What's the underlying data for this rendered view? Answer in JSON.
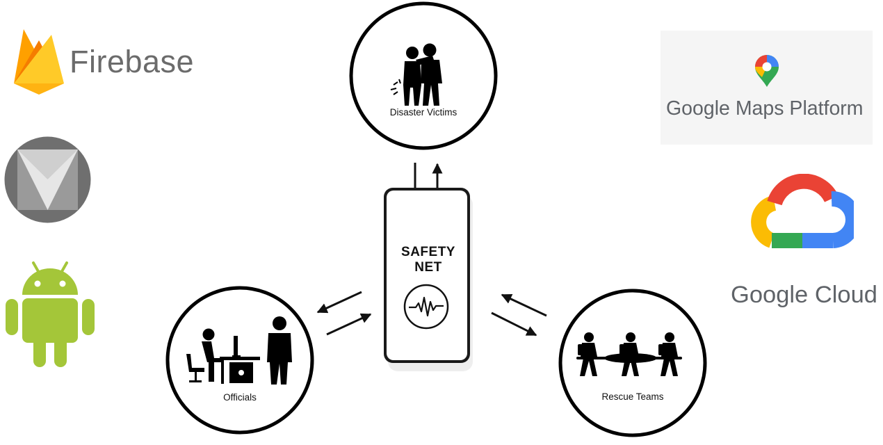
{
  "app": {
    "title_line1": "SAFETY",
    "title_line2": "NET"
  },
  "nodes": {
    "victims": {
      "label": "Disaster Victims",
      "icon": "injured-people-icon"
    },
    "officials": {
      "label": "Officials",
      "icon": "office-workers-icon"
    },
    "rescue": {
      "label": "Rescue Teams",
      "icon": "stretcher-team-icon"
    }
  },
  "tech_stack": {
    "firebase": {
      "label": "Firebase",
      "icon": "firebase-flame-icon"
    },
    "material": {
      "icon": "material-design-icon"
    },
    "android": {
      "icon": "android-robot-icon"
    },
    "maps": {
      "label": "Google Maps Platform",
      "icon": "maps-pin-icon"
    },
    "cloud": {
      "label": "Google Cloud",
      "icon": "google-cloud-icon"
    }
  },
  "colors": {
    "firebase_yellow": "#FFCA28",
    "firebase_orange": "#F57C00",
    "android_green": "#A4C639",
    "google_blue": "#4285F4",
    "google_red": "#EA4335",
    "google_yellow": "#FBBC04",
    "google_green": "#34A853"
  }
}
